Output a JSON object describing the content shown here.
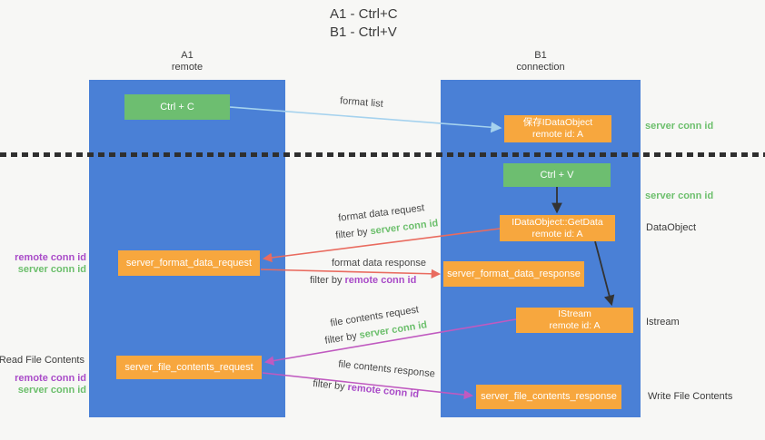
{
  "title": {
    "line1": "A1 - Ctrl+C",
    "line2": "B1 - Ctrl+V"
  },
  "lifelines": {
    "left": {
      "name": "A1",
      "role": "remote"
    },
    "right": {
      "name": "B1",
      "role": "connection"
    }
  },
  "nodes": {
    "ctrl_c": {
      "label": "Ctrl + C"
    },
    "ctrl_v": {
      "label": "Ctrl + V"
    },
    "save_idataobject": {
      "line1": "保存IDataObject",
      "line2": "remote id: A"
    },
    "getdata": {
      "line1": "IDataObject::GetData",
      "line2": "remote id: A"
    },
    "istream": {
      "line1": "IStream",
      "line2": "remote id: A"
    },
    "format_request": {
      "label": "server_format_data_request"
    },
    "format_response": {
      "label": "server_format_data_response"
    },
    "file_request": {
      "label": "server_file_contents_request"
    },
    "file_response": {
      "label": "server_file_contents_response"
    }
  },
  "edge_labels": {
    "format_list": "format list",
    "format_data_request": "format data request",
    "format_data_response": "format data response",
    "file_contents_request": "file contents request",
    "file_contents_response": "file contents response",
    "filter_by": "filter by",
    "server_conn_id": "server conn id",
    "remote_conn_id": "remote conn id"
  },
  "annotations": {
    "right_server_conn_id_top": "server conn id",
    "right_server_conn_id_mid": "server conn id",
    "right_dataobject": "DataObject",
    "right_istream": "Istream",
    "right_write_file_contents": "Write File Contents",
    "left_remote_conn_id_top": "remote conn id",
    "left_server_conn_id_top": "server conn id",
    "left_read_file_contents": "Read File Contents",
    "left_remote_conn_id_bottom": "remote conn id",
    "left_server_conn_id_bottom": "server conn id"
  },
  "colors": {
    "lifeline_blue": "#4a80d6",
    "node_green": "#6dbe70",
    "node_orange": "#f7a73e",
    "arrow_light_blue": "#a5d2ee",
    "arrow_red": "#e96b5f",
    "arrow_magenta": "#c05ac0",
    "arrow_black": "#333333",
    "text_green": "#6cbf6c",
    "text_purple": "#a94bc8",
    "text_dark": "#3b3b3b"
  }
}
